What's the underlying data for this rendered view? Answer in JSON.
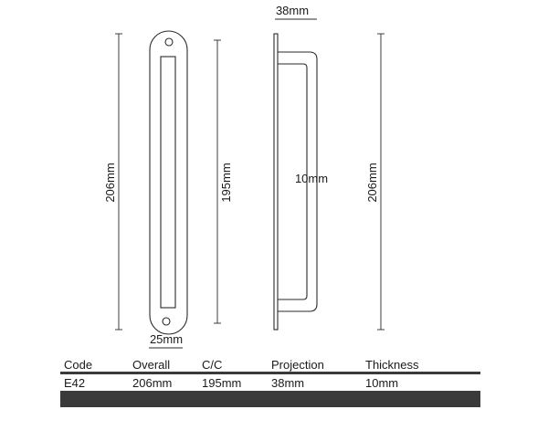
{
  "dimensions": {
    "overall_length": "206mm",
    "centres": "195mm",
    "projection": "38mm",
    "bar_thickness": "10mm",
    "plate_width": "25mm",
    "side_overall": "206mm"
  },
  "spec_table": {
    "headers": [
      "Code",
      "Overall",
      "C/C",
      "Projection",
      "Thickness"
    ],
    "row": [
      "E42",
      "206mm",
      "195mm",
      "38mm",
      "10mm"
    ]
  }
}
